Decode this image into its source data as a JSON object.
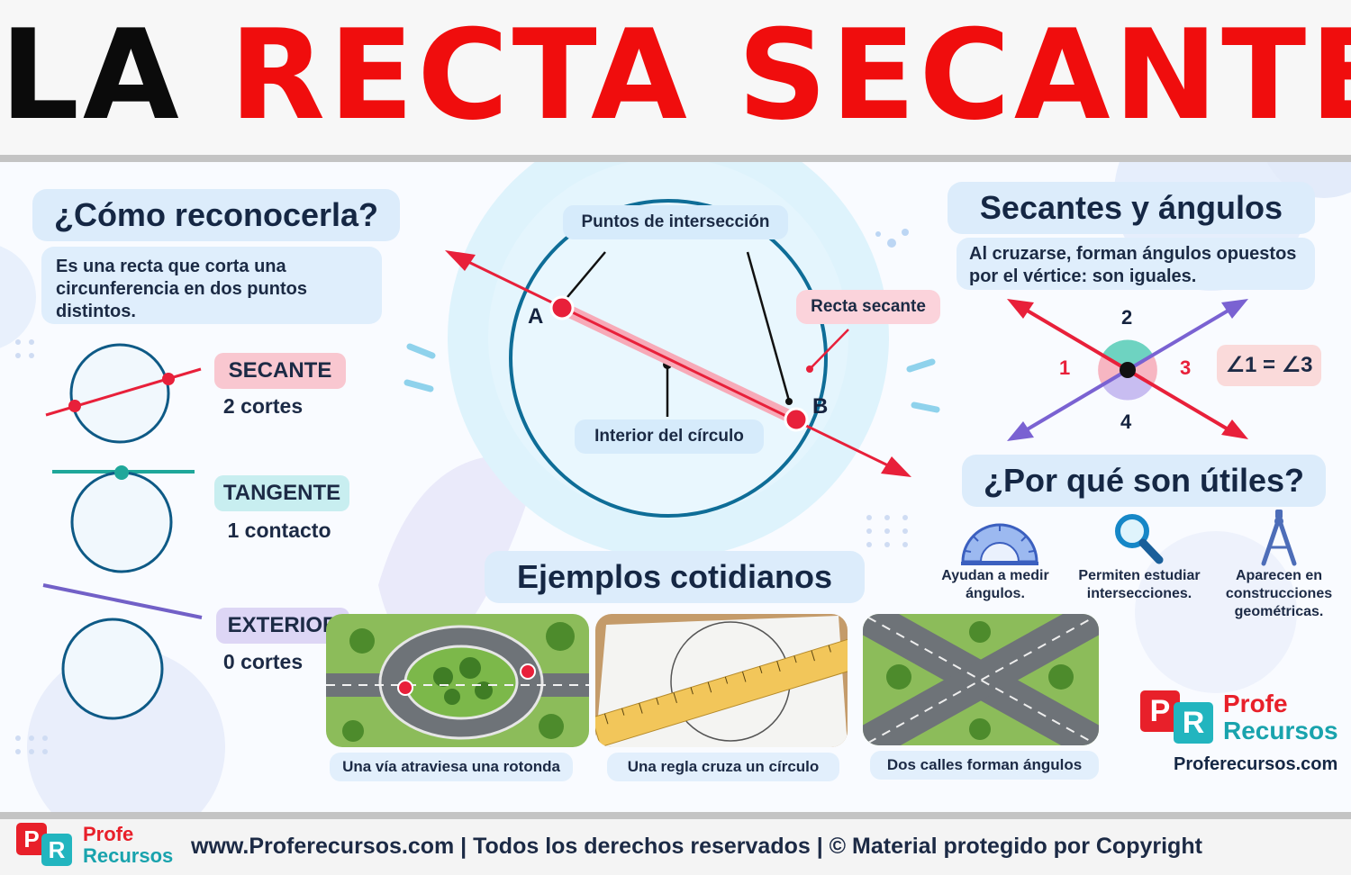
{
  "title": {
    "word1": "LA",
    "word2": "RECTA SECANTE"
  },
  "recognize": {
    "heading": "¿Cómo reconocerla?",
    "description": "Es una recta que corta una circunferencia en dos puntos distintos."
  },
  "types": [
    {
      "name": "SECANTE",
      "detail": "2 cortes",
      "color": "#e8203a"
    },
    {
      "name": "TANGENTE",
      "detail": "1 contacto",
      "color": "#1fa79a"
    },
    {
      "name": "EXTERIOR",
      "detail": "0 cortes",
      "color": "#7260c7"
    }
  ],
  "center_diagram": {
    "intersection_label": "Puntos de intersección",
    "secant_label": "Recta secante",
    "interior_label": "Interior del círculo",
    "point_a": "A",
    "point_b": "B"
  },
  "angles": {
    "heading": "Secantes y ángulos",
    "description": "Al cruzarse, forman ángulos opuestos por el vértice: son iguales.",
    "numbers": [
      "1",
      "2",
      "3",
      "4"
    ],
    "equation": "∠1 = ∠3"
  },
  "uses": {
    "heading": "¿Por qué son útiles?",
    "items": [
      {
        "icon": "protractor-icon",
        "text": "Ayudan a medir ángulos."
      },
      {
        "icon": "magnifier-icon",
        "text": "Permiten estudiar intersecciones."
      },
      {
        "icon": "compass-icon",
        "text": "Aparecen en construcciones geométricas."
      }
    ]
  },
  "examples": {
    "heading": "Ejemplos cotidianos",
    "items": [
      {
        "caption": "Una vía atraviesa una rotonda"
      },
      {
        "caption": "Una regla cruza un círculo"
      },
      {
        "caption": "Dos calles forman ángulos"
      }
    ]
  },
  "brand": {
    "logo_p": "P",
    "logo_r": "R",
    "line1": "Profe",
    "line2": "Recursos",
    "url": "Proferecursos.com"
  },
  "footer": {
    "text": "www.Proferecursos.com | Todos los derechos reservados | © Material protegido por Copyright"
  },
  "colors": {
    "title_red": "#f00d0d",
    "secant_red": "#e8203a",
    "tangent_teal": "#1fa79a",
    "exterior_purple": "#7260c7",
    "heading_bg": "#dcecfb"
  }
}
